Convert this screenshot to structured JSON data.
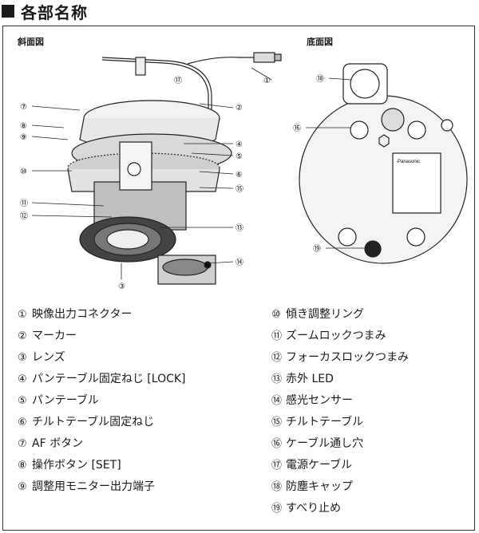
{
  "heading": "各部名称",
  "views": {
    "oblique": "斜面図",
    "bottom": "底面図"
  },
  "callouts": {
    "c1": "①",
    "c2": "②",
    "c3": "③",
    "c4": "④",
    "c5": "⑤",
    "c6": "⑥",
    "c7": "⑦",
    "c8": "⑧",
    "c9": "⑨",
    "c10": "⑩",
    "c11": "⑪",
    "c12": "⑫",
    "c13": "⑬",
    "c14": "⑭",
    "c15": "⑮",
    "c16": "⑯",
    "c17": "⑰",
    "c18": "⑱",
    "c19": "⑲"
  },
  "brand": "Panasonic",
  "legend_left": [
    {
      "num": "①",
      "text": "映像出力コネクター"
    },
    {
      "num": "②",
      "text": "マーカー"
    },
    {
      "num": "③",
      "text": "レンズ"
    },
    {
      "num": "④",
      "text": "パンテーブル固定ねじ [LOCK]"
    },
    {
      "num": "⑤",
      "text": "パンテーブル"
    },
    {
      "num": "⑥",
      "text": "チルトテーブル固定ねじ"
    },
    {
      "num": "⑦",
      "text": "AF ボタン"
    },
    {
      "num": "⑧",
      "text": "操作ボタン [SET]"
    },
    {
      "num": "⑨",
      "text": "調整用モニター出力端子"
    }
  ],
  "legend_right": [
    {
      "num": "⑩",
      "text": "傾き調整リング"
    },
    {
      "num": "⑪",
      "text": "ズームロックつまみ"
    },
    {
      "num": "⑫",
      "text": "フォーカスロックつまみ"
    },
    {
      "num": "⑬",
      "text": "赤外 LED"
    },
    {
      "num": "⑭",
      "text": "感光センサー"
    },
    {
      "num": "⑮",
      "text": "チルトテーブル"
    },
    {
      "num": "⑯",
      "text": "ケーブル通し穴"
    },
    {
      "num": "⑰",
      "text": "電源ケーブル"
    },
    {
      "num": "⑱",
      "text": "防塵キャップ"
    },
    {
      "num": "⑲",
      "text": "すべり止め"
    }
  ]
}
